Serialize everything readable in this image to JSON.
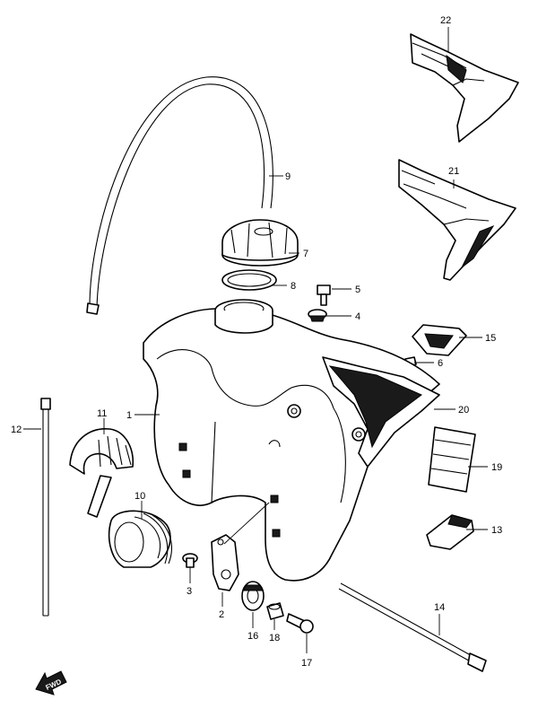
{
  "callouts": [
    {
      "id": "c1",
      "label": "1"
    },
    {
      "id": "c2",
      "label": "2"
    },
    {
      "id": "c3",
      "label": "3"
    },
    {
      "id": "c4",
      "label": "4"
    },
    {
      "id": "c5",
      "label": "5"
    },
    {
      "id": "c6",
      "label": "6"
    },
    {
      "id": "c7",
      "label": "7"
    },
    {
      "id": "c8",
      "label": "8"
    },
    {
      "id": "c9",
      "label": "9"
    },
    {
      "id": "c10",
      "label": "10"
    },
    {
      "id": "c11",
      "label": "11"
    },
    {
      "id": "c12",
      "label": "12"
    },
    {
      "id": "c13",
      "label": "13"
    },
    {
      "id": "c14",
      "label": "14"
    },
    {
      "id": "c15",
      "label": "15"
    },
    {
      "id": "c16",
      "label": "16"
    },
    {
      "id": "c17",
      "label": "17"
    },
    {
      "id": "c18",
      "label": "18"
    },
    {
      "id": "c19",
      "label": "19"
    },
    {
      "id": "c20",
      "label": "20"
    },
    {
      "id": "c21",
      "label": "21"
    },
    {
      "id": "c22",
      "label": "22"
    }
  ],
  "fwd_label": "FWD",
  "colors": {
    "line": "#000000",
    "background": "#ffffff"
  }
}
